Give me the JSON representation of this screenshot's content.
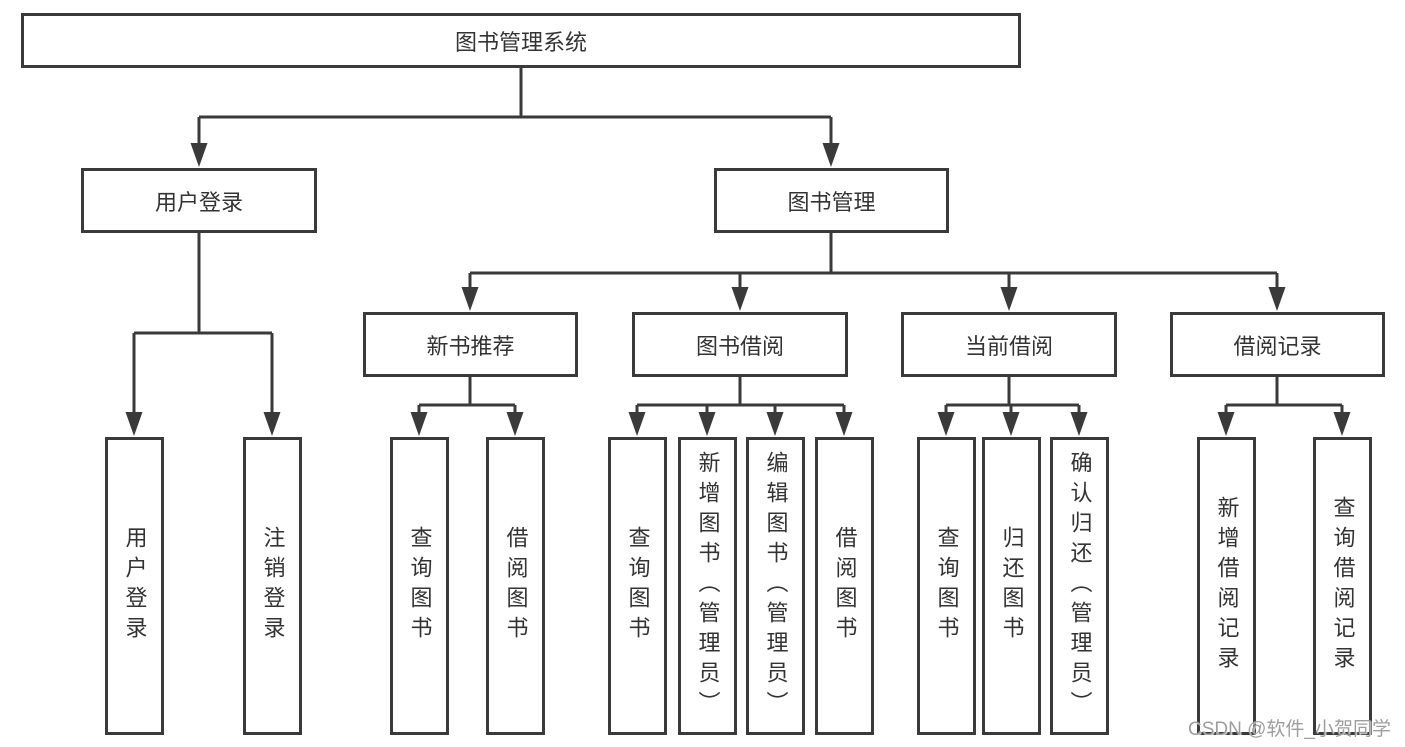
{
  "diagram": {
    "title_node": "图书管理系统",
    "root": {
      "label": "图书管理系统"
    },
    "branches": {
      "user_login": {
        "label": "用户登录",
        "children": [
          {
            "label": "用户登录"
          },
          {
            "label": "注销登录"
          }
        ]
      },
      "book_mgmt": {
        "label": "图书管理",
        "children": [
          {
            "label": "新书推荐",
            "children": [
              {
                "label": "查询图书"
              },
              {
                "label": "借阅图书"
              }
            ]
          },
          {
            "label": "图书借阅",
            "children": [
              {
                "label": "查询图书"
              },
              {
                "label": "新增图书（管理员）"
              },
              {
                "label": "编辑图书（管理员）"
              },
              {
                "label": "借阅图书"
              }
            ]
          },
          {
            "label": "当前借阅",
            "children": [
              {
                "label": "查询图书"
              },
              {
                "label": "归还图书"
              },
              {
                "label": "确认归还（管理员）"
              }
            ]
          },
          {
            "label": "借阅记录",
            "children": [
              {
                "label": "新增借阅记录"
              },
              {
                "label": "查询借阅记录"
              }
            ]
          }
        ]
      }
    }
  },
  "watermark": {
    "text": "CSDN @软件_小贺同学"
  },
  "colors": {
    "line": "#3a3a3a",
    "text": "#333333",
    "watermark": "#9e9e9e",
    "background": "#ffffff"
  }
}
